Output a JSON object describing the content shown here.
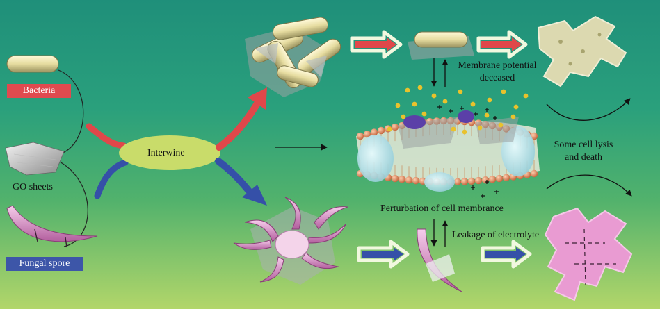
{
  "labels": {
    "bacteria": "Bacteria",
    "go_sheets": "GO sheets",
    "fungal_spore": "Fungal spore",
    "interwine": "Interwine",
    "membrane_potential_line1": "Membrane potential",
    "membrane_potential_line2": "deceased",
    "some_cell_lysis_line1": "Some cell lysis",
    "some_cell_lysis_line2": "and death",
    "perturbation": "Perturbation of cell membrance",
    "leakage": "Leakage of electrolyte"
  },
  "colors": {
    "bacteria_tag": "#e04a4f",
    "fungal_tag": "#3d56a8",
    "red_arrow": "#e0474a",
    "blue_arrow": "#3550a8",
    "interwine_ellipse": "#c9dc6a",
    "bacteria_body": "#ece3a8",
    "fungal_body": "#e5a3d6",
    "lipid_head": "#e08a5e",
    "lysed_bacteria": "#dcd9b0",
    "lysed_fungus": "#e99bd2"
  }
}
